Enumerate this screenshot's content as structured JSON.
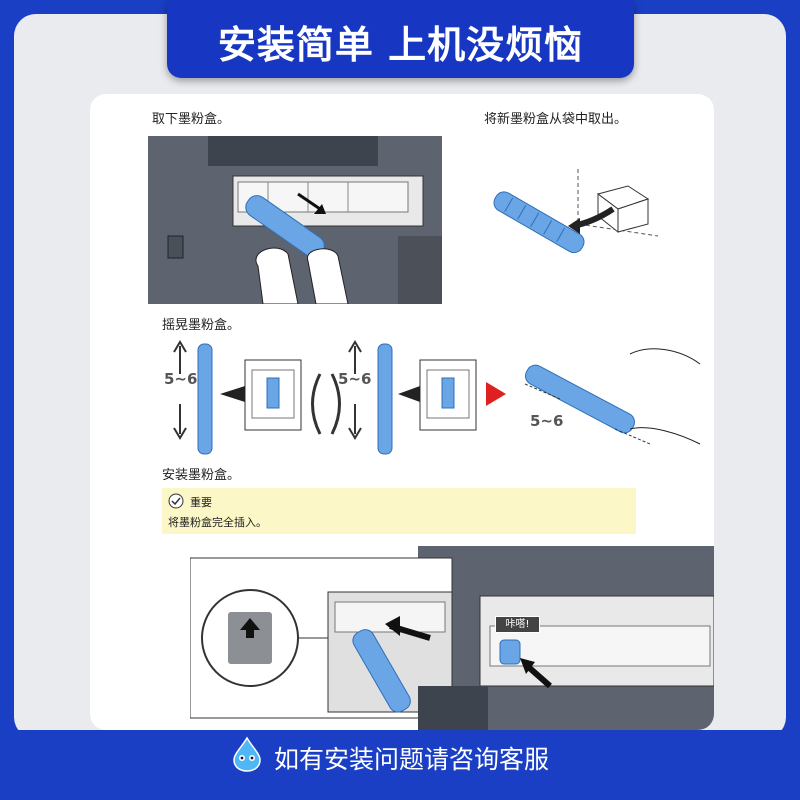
{
  "header": {
    "title": "安装简单 上机没烦恼"
  },
  "steps": {
    "remove_label": "取下墨粉盒。",
    "unpack_label": "将新墨粉盒从袋中取出。",
    "shake_label": "摇晃墨粉盒。",
    "shake_count_1": "5~6",
    "shake_count_2": "5~6",
    "shake_count_3": "5~6",
    "install_label": "安装墨粉盒。"
  },
  "note": {
    "title": "重要",
    "body": "将墨粉盒完全插入。"
  },
  "click_label": "咔嗒!",
  "footer": {
    "text": "如有安装问题请咨询客服"
  },
  "colors": {
    "brand_blue": "#1a3fc4",
    "toner_blue": "#6aa6e6",
    "note_yellow": "#fbf7c6",
    "red_arrow": "#e02020"
  }
}
